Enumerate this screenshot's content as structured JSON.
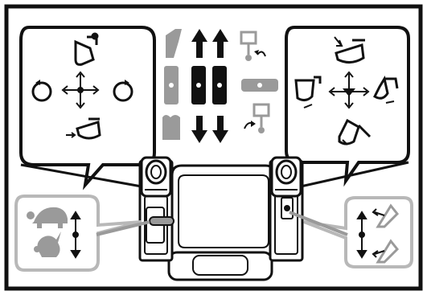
{
  "decal": {
    "left_controller": {
      "pattern": "excavator-left-stick",
      "directions": {
        "up": "arm-out-icon",
        "down": "arm-in-icon",
        "left": "swing-left-icon",
        "right": "swing-right-icon"
      }
    },
    "right_controller": {
      "pattern": "excavator-right-stick",
      "directions": {
        "up": "boom-down-icon",
        "down": "boom-up-icon",
        "left": "bucket-curl-icon",
        "right": "bucket-dump-icon"
      }
    },
    "travel_levers": {
      "rows": [
        "forward-arrows",
        "neutral-bars",
        "reverse-arrows"
      ],
      "blade_symbols": [
        "blade-raise-icon",
        "blade-float-icon",
        "blade-lower-icon"
      ]
    },
    "left_lower_panel": {
      "up": "tortoise-slow-speed-icon",
      "down": "rabbit-fast-speed-icon"
    },
    "right_lower_panel": {
      "up": "wheel-up-icon",
      "down": "wheel-down-icon"
    },
    "colors": {
      "ink": "#111111",
      "gray_symbol": "#9a9a9a",
      "light_gray_panel": "#b8b8b8",
      "background": "#ffffff"
    }
  }
}
